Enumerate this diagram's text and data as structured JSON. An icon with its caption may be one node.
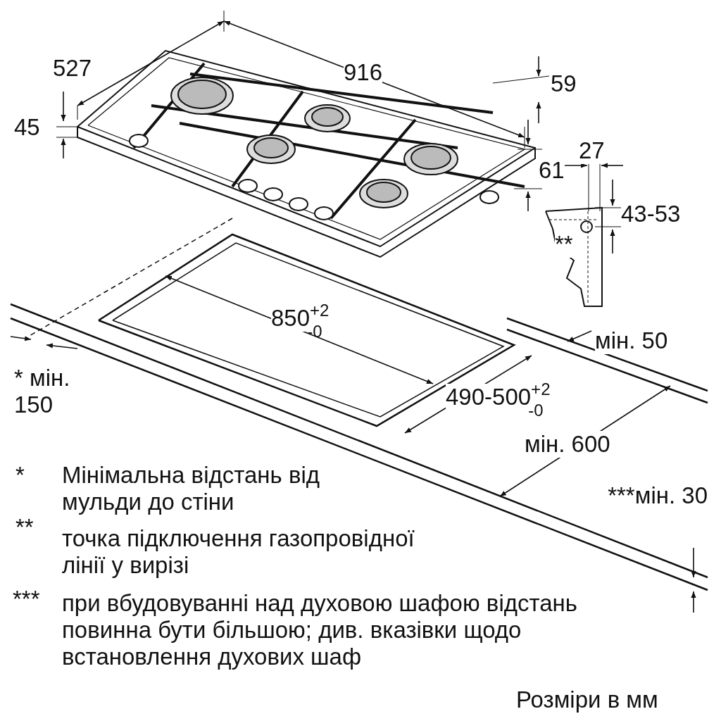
{
  "diagram": {
    "labels": [
      "527",
      "916",
      "59",
      "45",
      "27",
      "61",
      "43-53",
      "**",
      "850$^{+2}$$_{-0}$",
      "мін. 50",
      "* мін. 150",
      "490-500$^{+2}$$_{-0}$",
      "мін. 600",
      "***мін. 30",
      "*",
      "Мінімальна відстань від мульди до стіни",
      "**",
      "точка підключення газопровідної лінії у вирізі",
      "***",
      "при вбудовуванні над духовою шафою відстань повинна бути більшою; див. вказівки щодо встановлення духових шаф",
      "Розміри в мм"
    ]
  }
}
